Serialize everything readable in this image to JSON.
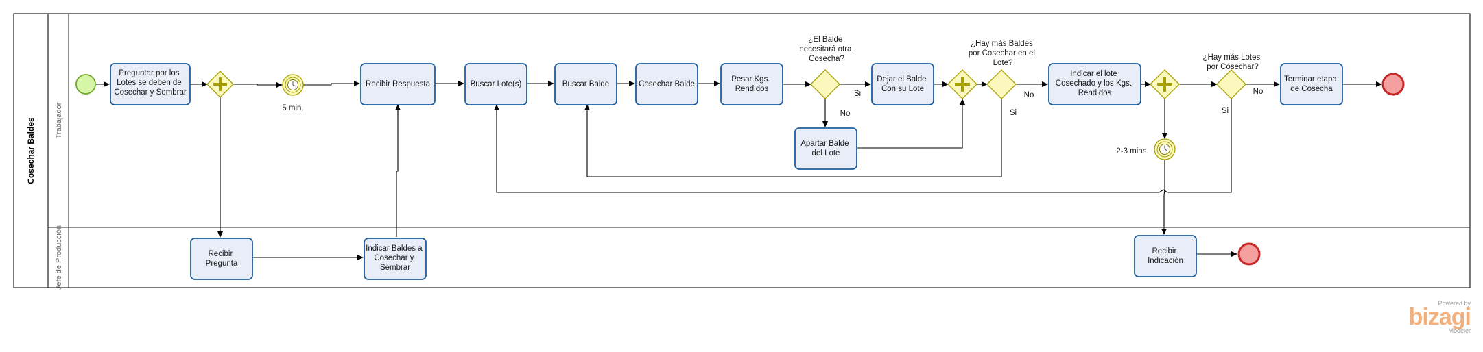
{
  "pool": {
    "title": "Cosechar Baldes"
  },
  "lanes": {
    "top": "Trabajador",
    "bottom": "Jefe de Producción"
  },
  "tasks": {
    "preguntar": [
      "Preguntar por los",
      "Lotes se deben de",
      "Cosechar y Sembrar"
    ],
    "recibir_respuesta": [
      "Recibir Respuesta"
    ],
    "buscar_lotes": [
      "Buscar Lote(s)"
    ],
    "buscar_balde": [
      "Buscar Balde"
    ],
    "cosechar_balde": [
      "Cosechar Balde"
    ],
    "pesar": [
      "Pesar Kgs.",
      "Rendidos"
    ],
    "dejar_balde": [
      "Dejar el Balde",
      "Con su Lote"
    ],
    "indicar_lote": [
      "Indicar el lote",
      "Cosechado y los Kgs.",
      "Rendidos"
    ],
    "terminar": [
      "Terminar etapa",
      "de Cosecha"
    ],
    "apartar": [
      "Apartar Balde",
      "del Lote"
    ],
    "recibir_pregunta": [
      "Recibir",
      "Pregunta"
    ],
    "indicar_baldes": [
      "Indicar Baldes a",
      "Cosechar y",
      "Sembrar"
    ],
    "recibir_indicacion": [
      "Recibir",
      "Indicación"
    ]
  },
  "timers": {
    "t1": "5 min.",
    "t2": "2-3 mins."
  },
  "gateways": {
    "g1": [
      "¿El Balde",
      "necesitará otra",
      "Cosecha?"
    ],
    "g2": [
      "¿Hay más Baldes",
      "por Cosechar en el",
      "Lote?"
    ],
    "g3": [
      "¿Hay más Lotes",
      "por Cosechar?"
    ]
  },
  "flow_labels": {
    "g1_si": "Si",
    "g1_no": "No",
    "g2_no": "No",
    "g2_si": "Si",
    "g3_no": "No",
    "g3_si": "Si"
  },
  "branding": {
    "powered": "Powered by",
    "name": "bizagi",
    "product": "Modeler"
  },
  "colors": {
    "task_fill": "#e8edf8",
    "task_stroke": "#1f5e9c",
    "gateway_fill": "#fbf8bd",
    "gateway_stroke": "#a6a000",
    "start_fill": "#d6f5a6",
    "start_stroke": "#6fa82a",
    "end_fill": "#f5a0a0",
    "end_stroke": "#c62828"
  }
}
